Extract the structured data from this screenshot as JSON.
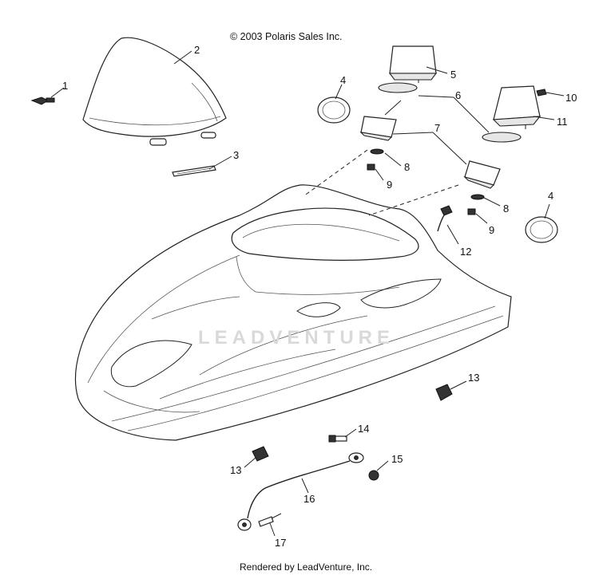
{
  "copyright": "© 2003 Polaris Sales Inc.",
  "footer": "Rendered by LeadVenture, Inc.",
  "watermark": "LEADVENTURE",
  "callouts": {
    "c1": "1",
    "c2": "2",
    "c3": "3",
    "c4a": "4",
    "c4b": "4",
    "c5": "5",
    "c6": "6",
    "c7": "7",
    "c8a": "8",
    "c8b": "8",
    "c9a": "9",
    "c9b": "9",
    "c10": "10",
    "c11": "11",
    "c12": "12",
    "c13a": "13",
    "c13b": "13",
    "c14": "14",
    "c15": "15",
    "c16": "16",
    "c17": "17"
  }
}
